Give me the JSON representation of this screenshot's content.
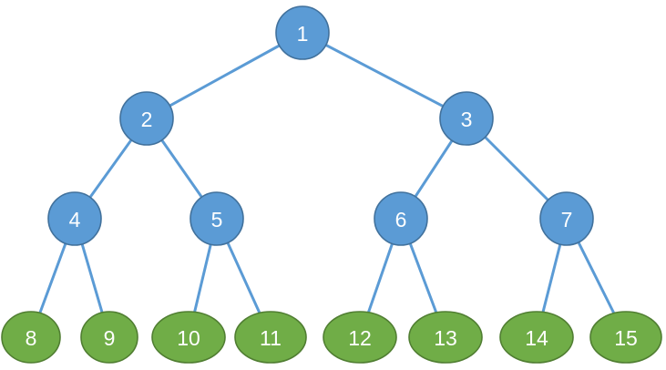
{
  "colors": {
    "edge": "#5b9bd5",
    "internal_fill": "#5b9bd5",
    "internal_stroke": "#41719c",
    "leaf_fill": "#70ad47",
    "leaf_stroke": "#507e32",
    "label": "#ffffff"
  },
  "tree": {
    "nodes": [
      {
        "id": "n1",
        "label": "1",
        "kind": "internal"
      },
      {
        "id": "n2",
        "label": "2",
        "kind": "internal"
      },
      {
        "id": "n3",
        "label": "3",
        "kind": "internal"
      },
      {
        "id": "n4",
        "label": "4",
        "kind": "internal"
      },
      {
        "id": "n5",
        "label": "5",
        "kind": "internal"
      },
      {
        "id": "n6",
        "label": "6",
        "kind": "internal"
      },
      {
        "id": "n7",
        "label": "7",
        "kind": "internal"
      },
      {
        "id": "n8",
        "label": "8",
        "kind": "leaf"
      },
      {
        "id": "n9",
        "label": "9",
        "kind": "leaf"
      },
      {
        "id": "n10",
        "label": "10",
        "kind": "leaf"
      },
      {
        "id": "n11",
        "label": "11",
        "kind": "leaf"
      },
      {
        "id": "n12",
        "label": "12",
        "kind": "leaf"
      },
      {
        "id": "n13",
        "label": "13",
        "kind": "leaf"
      },
      {
        "id": "n14",
        "label": "14",
        "kind": "leaf"
      },
      {
        "id": "n15",
        "label": "15",
        "kind": "leaf"
      }
    ],
    "edges": [
      {
        "from": "n1",
        "to": "n2"
      },
      {
        "from": "n1",
        "to": "n3"
      },
      {
        "from": "n2",
        "to": "n4"
      },
      {
        "from": "n2",
        "to": "n5"
      },
      {
        "from": "n3",
        "to": "n6"
      },
      {
        "from": "n3",
        "to": "n7"
      },
      {
        "from": "n4",
        "to": "n8"
      },
      {
        "from": "n4",
        "to": "n9"
      },
      {
        "from": "n5",
        "to": "n10"
      },
      {
        "from": "n5",
        "to": "n11"
      },
      {
        "from": "n6",
        "to": "n12"
      },
      {
        "from": "n6",
        "to": "n13"
      },
      {
        "from": "n7",
        "to": "n14"
      },
      {
        "from": "n7",
        "to": "n15"
      }
    ]
  }
}
